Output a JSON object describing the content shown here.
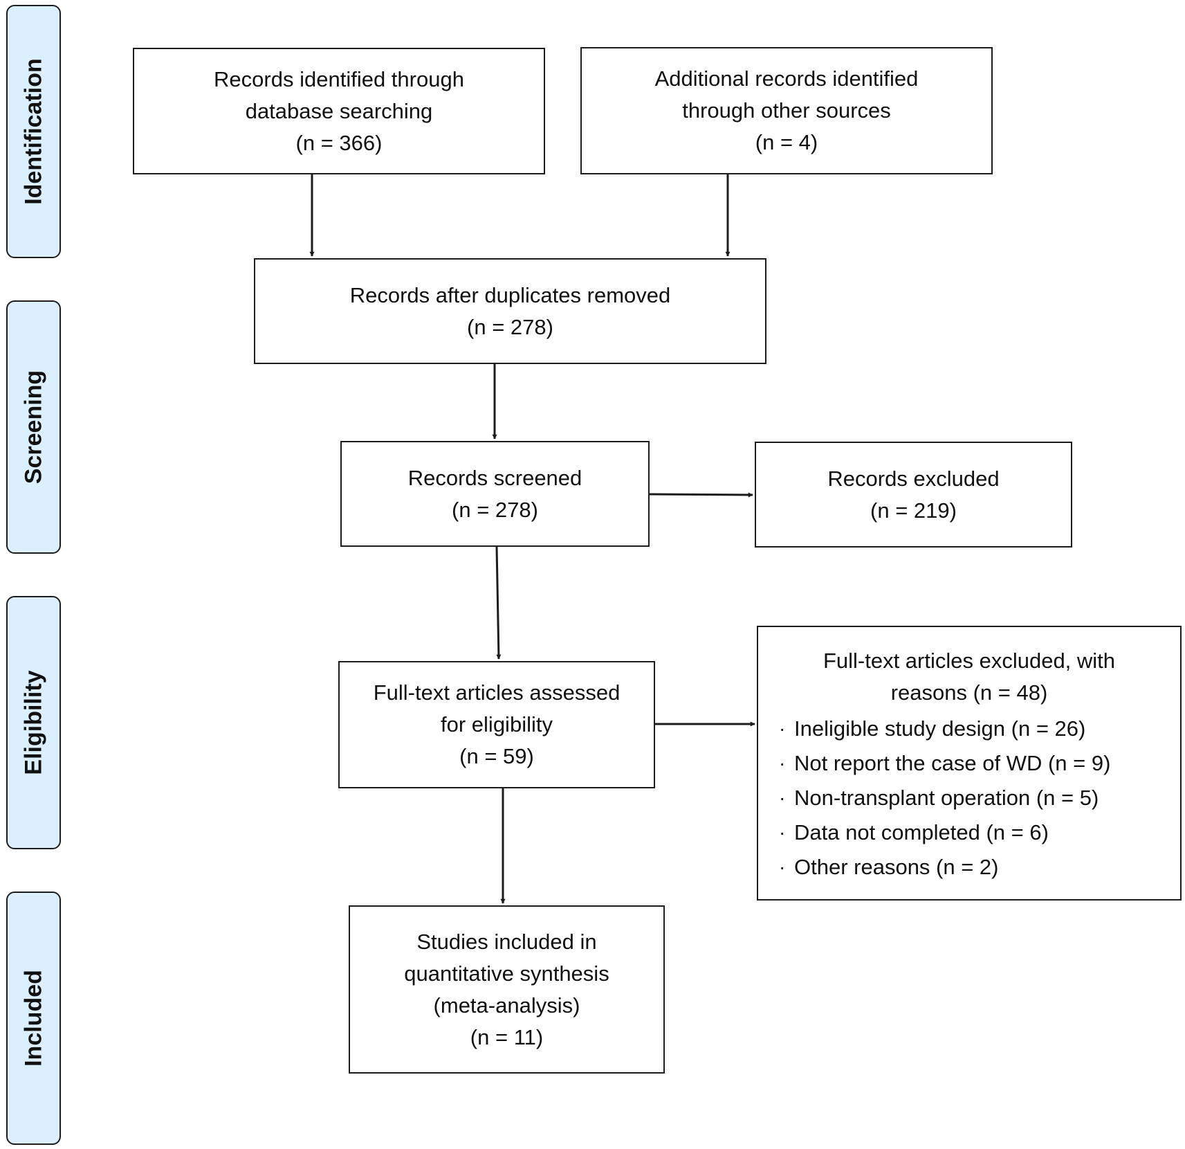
{
  "phases": {
    "identification": "Identification",
    "screening": "Screening",
    "eligibility": "Eligibility",
    "included": "Included"
  },
  "boxes": {
    "database_search": {
      "lines": [
        "Records identified through",
        "database searching",
        "(n = 366)"
      ]
    },
    "other_sources": {
      "lines": [
        "Additional records identified",
        "through other sources",
        "(n = 4)"
      ]
    },
    "after_duplicates": {
      "lines": [
        "Records after duplicates removed",
        "(n = 278)"
      ]
    },
    "screened": {
      "lines": [
        "Records screened",
        "(n = 278)"
      ]
    },
    "excluded": {
      "lines": [
        "Records excluded",
        "(n = 219)"
      ]
    },
    "full_text": {
      "lines": [
        "Full-text articles assessed",
        "for eligibility",
        "(n = 59)"
      ]
    },
    "full_text_excluded": {
      "lines": [
        "Full-text articles excluded, with",
        "reasons (n = 48)"
      ],
      "reasons": [
        "Ineligible study design (n = 26)",
        "Not report the case of WD (n = 9)",
        "Non-transplant operation (n = 5)",
        "Data not completed (n = 6)",
        "Other reasons (n = 2)"
      ]
    },
    "included": {
      "lines": [
        "Studies included in",
        "quantitative synthesis",
        "(meta-analysis)",
        "(n = 11)"
      ]
    }
  },
  "colors": {
    "phase_fill": "#dcefff",
    "stroke": "#1c1c1c"
  }
}
